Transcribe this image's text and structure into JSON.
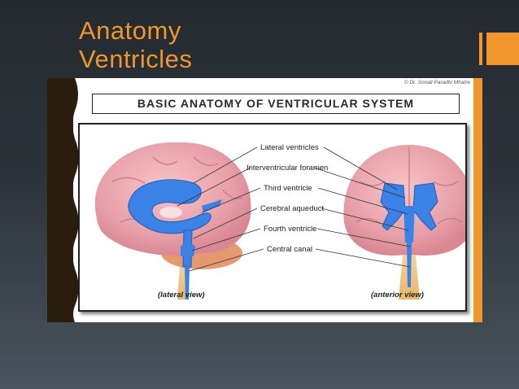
{
  "slide": {
    "title_line1": "Anatomy",
    "title_line2": "Ventricles"
  },
  "figure": {
    "copyright": "© Dr. Sonali Paradhi Mhatre",
    "heading": "BASIC ANATOMY OF VENTRICULAR SYSTEM",
    "labels": [
      "Lateral ventricles",
      "Interventricular foramen",
      "Third ventricle",
      "Cerebral aqueduct",
      "Fourth ventricle",
      "Central canal"
    ],
    "lateral_view": "(lateral view)",
    "anterior_view": "(anterior view)"
  },
  "colors": {
    "accent": "#f0962d",
    "background_top": "#242a30",
    "background_bottom": "#4a545e",
    "brain": "#e8a0a8",
    "ventricles": "#3b82e6"
  }
}
